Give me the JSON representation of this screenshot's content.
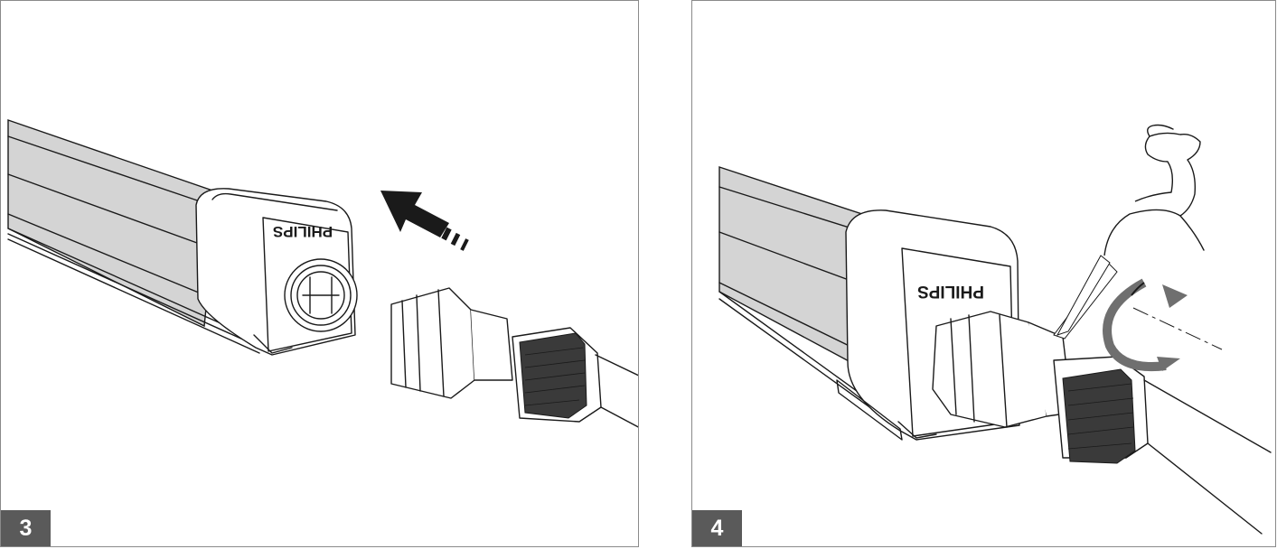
{
  "steps": [
    {
      "number": "3",
      "brand_label": "PHILIPS"
    },
    {
      "number": "4",
      "brand_label": "PHILIPS"
    }
  ],
  "colors": {
    "badge": "#5a5a5a",
    "diffuser": "#d4d4d4",
    "arrow": "#1a1a1a",
    "rotation": "#6f6f6f"
  },
  "icons": {
    "push_direction": "arrow-icon",
    "strength": "flexed-arm-icon",
    "rotation": "rotate-clockwise-icon"
  }
}
